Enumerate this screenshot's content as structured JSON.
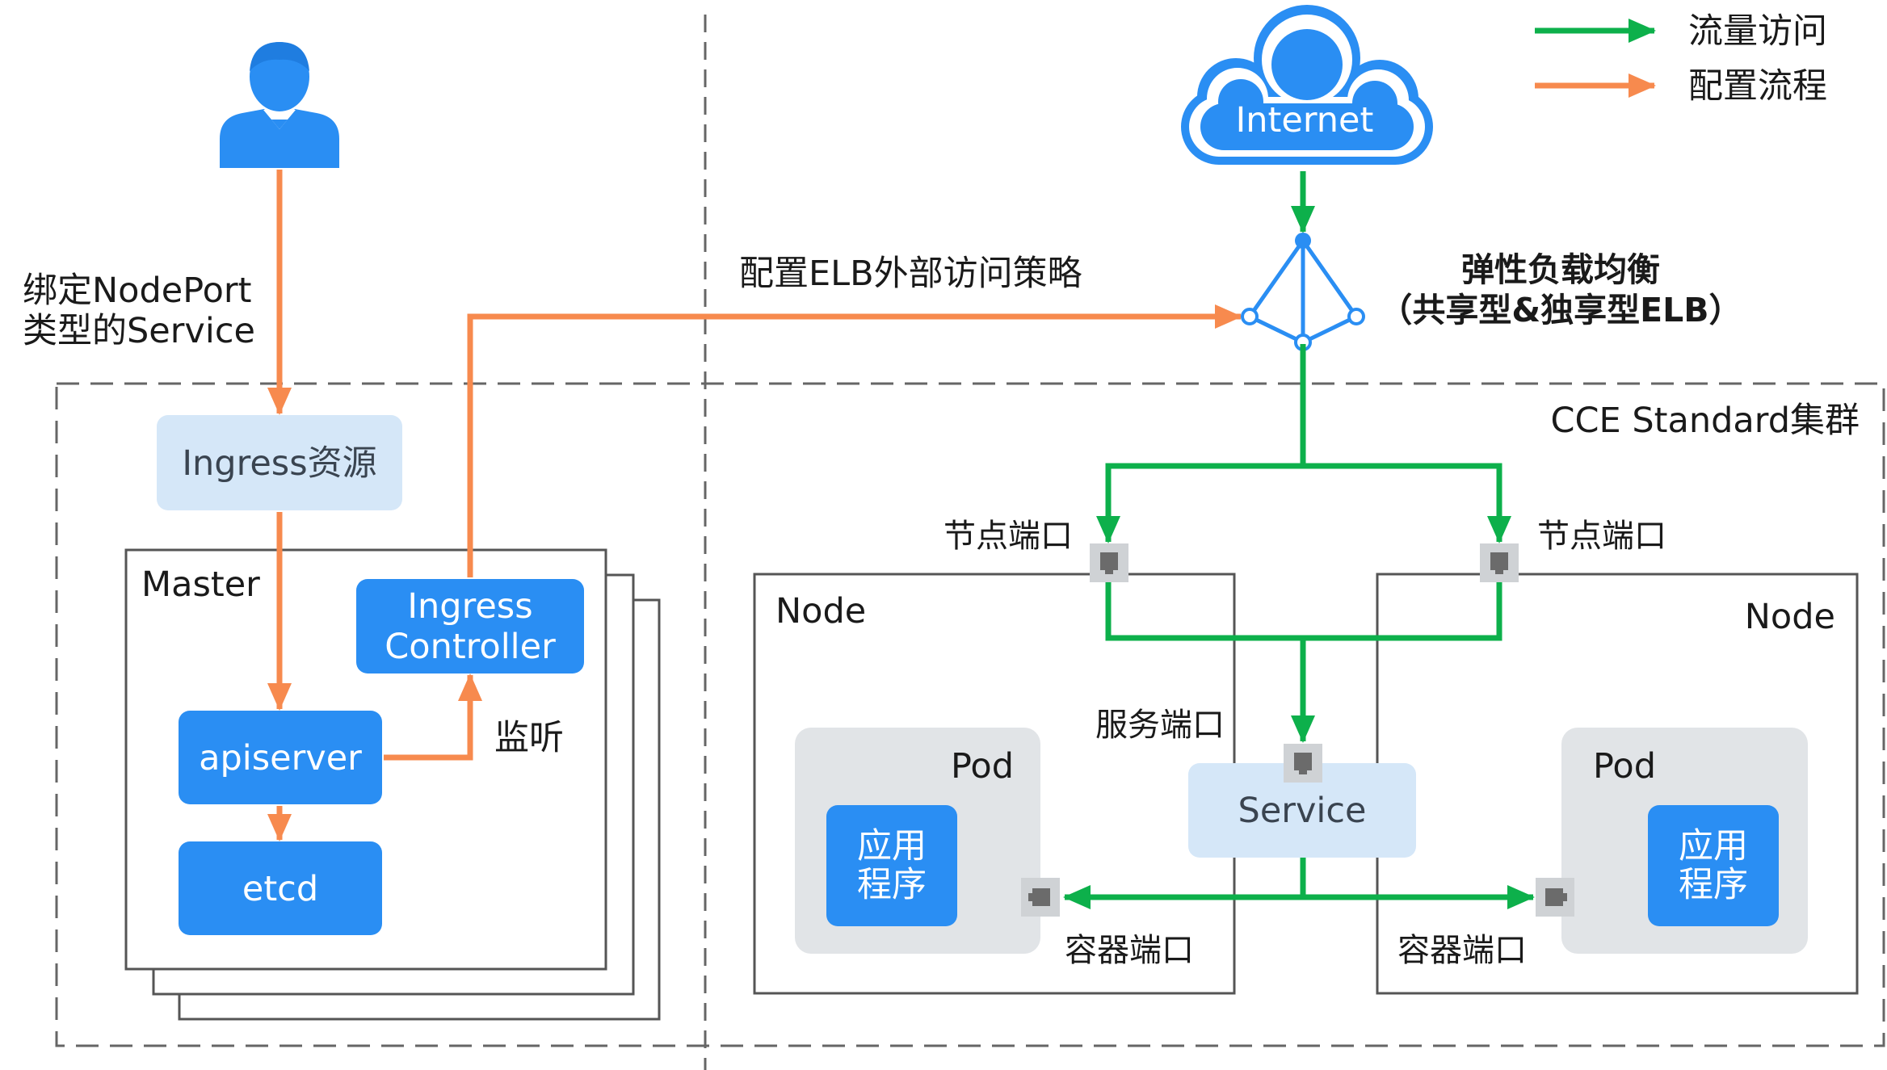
{
  "legend": {
    "traffic_label": "流量访问",
    "config_label": "配置流程"
  },
  "colors": {
    "green": "#0db04b",
    "orange": "#f78a4e",
    "blue": "#2a8ef3",
    "light_blue": "#d5e7f8",
    "gray_box": "#e1e4e7",
    "port_gray": "#6b6b6b"
  },
  "icons": [
    "user-icon",
    "cloud-icon",
    "load-balancer-icon",
    "port-icon"
  ],
  "user": {
    "bind_label_line1": "绑定NodePort",
    "bind_label_line2": "类型的Service"
  },
  "internet": {
    "label": "Internet"
  },
  "elb": {
    "label_line1": "弹性负载均衡",
    "label_line2": "（共享型&独享型ELB）",
    "config_policy_label": "配置ELB外部访问策略"
  },
  "master": {
    "title": "Master",
    "ingress_resource": "Ingress资源",
    "ingress_controller_line1": "Ingress",
    "ingress_controller_line2": "Controller",
    "apiserver": "apiserver",
    "etcd": "etcd",
    "watch_label": "监听"
  },
  "cluster": {
    "title": "CCE Standard集群",
    "node_port_left": "节点端口",
    "node_port_right": "节点端口",
    "service_port": "服务端口",
    "service": "Service",
    "container_port_left": "容器端口",
    "container_port_right": "容器端口",
    "node_left": {
      "title": "Node",
      "pod_title": "Pod",
      "app_line1": "应用",
      "app_line2": "程序"
    },
    "node_right": {
      "title": "Node",
      "pod_title": "Pod",
      "app_line1": "应用",
      "app_line2": "程序"
    }
  }
}
